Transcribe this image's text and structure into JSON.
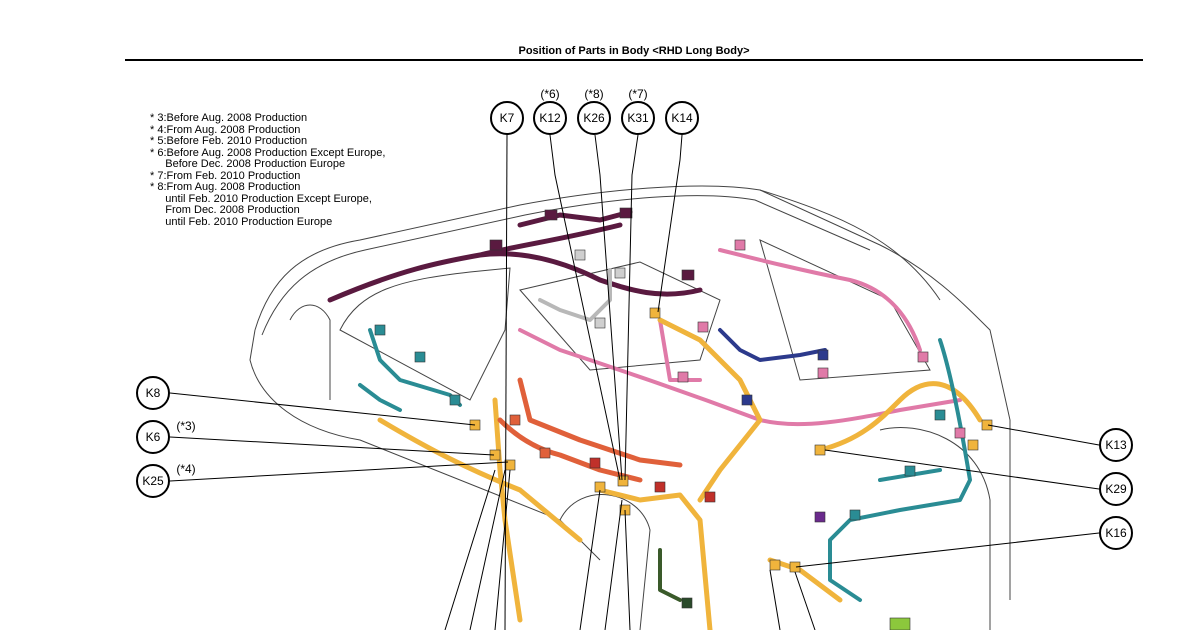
{
  "title": "Position of Parts in Body <RHD Long Body>",
  "notes": [
    "* 3:Before Aug. 2008 Production",
    "* 4:From Aug. 2008 Production",
    "* 5:Before Feb. 2010 Production",
    "* 6:Before Aug. 2008 Production Except Europe,",
    "     Before Dec. 2008 Production Europe",
    "* 7:From Feb. 2010 Production",
    "* 8:From Aug. 2008 Production",
    "     until Feb. 2010 Production Except Europe,",
    "     From Dec. 2008 Production",
    "     until Feb. 2010 Production Europe"
  ],
  "callouts": {
    "k7": {
      "label": "K7"
    },
    "k12": {
      "label": "K12",
      "note": "(*6)"
    },
    "k26": {
      "label": "K26",
      "note": "(*8)"
    },
    "k31": {
      "label": "K31",
      "note": "(*7)"
    },
    "k14": {
      "label": "K14"
    },
    "k8": {
      "label": "K8"
    },
    "k6": {
      "label": "K6",
      "note": "(*3)"
    },
    "k25": {
      "label": "K25",
      "note": "(*4)"
    },
    "k13": {
      "label": "K13"
    },
    "k29": {
      "label": "K29"
    },
    "k16": {
      "label": "K16"
    }
  },
  "colors": {
    "roof_harness": "#5a1a40",
    "floor_harness": "#f0b43c",
    "instrument_harness": "#e0603a",
    "rear_harness": "#e07aa8",
    "teal_harness": "#2a8c94",
    "navy_harness": "#2c3a8c",
    "gray_harness": "#b8b8b8"
  }
}
